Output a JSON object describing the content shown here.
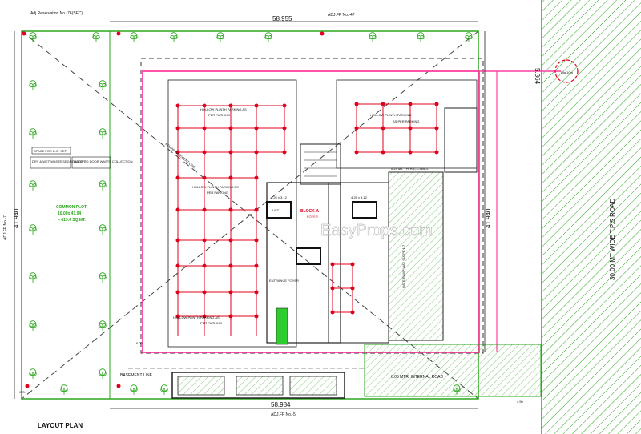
{
  "labels": {
    "top_ref": "Adj Reservation No.-76(SFC)",
    "top_dim": "58.955",
    "top_adj": "ADJ.FP No.-47",
    "bottom_dim": "58.984",
    "bottom_adj": "ADJ.FP No.-5",
    "left_adj": "ADJ.FP No.-7",
    "left_dim": "41.940",
    "right_dim": "41.940",
    "right_top_dim": "5.364",
    "road_label": "30.00 MT WIDE T.P.S ROAD",
    "layout_title": "LAYOUT PLAN",
    "basement_line": "BASEMENT LINE",
    "internal_road": "6.00 MTR. INTERNAL ROAD",
    "common_plot_1": "COMMON PLOT",
    "common_plot_2": "10.00x 41.94",
    "common_plot_3": "= 419.4 SQ.MT.",
    "parking_tl_1": "HOLLOW PLINTH PARKING AS",
    "parking_tl_2": "PER PARKING",
    "parking_tr_1": "HOLLOW PLINTH PARKING",
    "parking_tr_2": "AS PER PARKING",
    "parking_ml_1": "HOLLOW PLINTH PARKING AS",
    "parking_ml_2": "PER PARKING",
    "parking_bl_1": "HOLLOW PLINTH PARKING AS",
    "parking_bl_2": "PER PARKING",
    "block_name": "BLOCK-A",
    "block_sub": "FOYER",
    "rcc_wall": "0.23 MT. TH. R.C.C.WALL",
    "space_dg": "SPACE FOR D.G. SET",
    "dry_wet": "DRY & WET WASTE SEGREGATOR",
    "door_to_door": "DOOR TO DOOR WASTE COLLECTION",
    "entrance_foyer": "ENTRANCE FOYER",
    "basement_marker": "BELOW BASEMENT LINE",
    "watermark": "EasyProps.com",
    "cs": "C.S.",
    "dia": "Dia.10m",
    "dim_600": "6.00",
    "dim_450": "4.50",
    "lift": "LIFT",
    "dim_425a": "4.25 x 3.12",
    "dim_425b": "4.25 x 3.12",
    "ramp": "GATE-RAMP WAY SLOPE 1:7"
  },
  "colors": {
    "plot_boundary": "#2aa71c",
    "building_outline": "#ff3fa0",
    "parking_grid": "#e0001b",
    "hatch": "#2aa71c",
    "road_hatch": "#2aa71c",
    "foyer_green": "#2ecc2e"
  },
  "icons": [
    "tree-icon",
    "red-dot-icon",
    "circle-marker-icon"
  ]
}
